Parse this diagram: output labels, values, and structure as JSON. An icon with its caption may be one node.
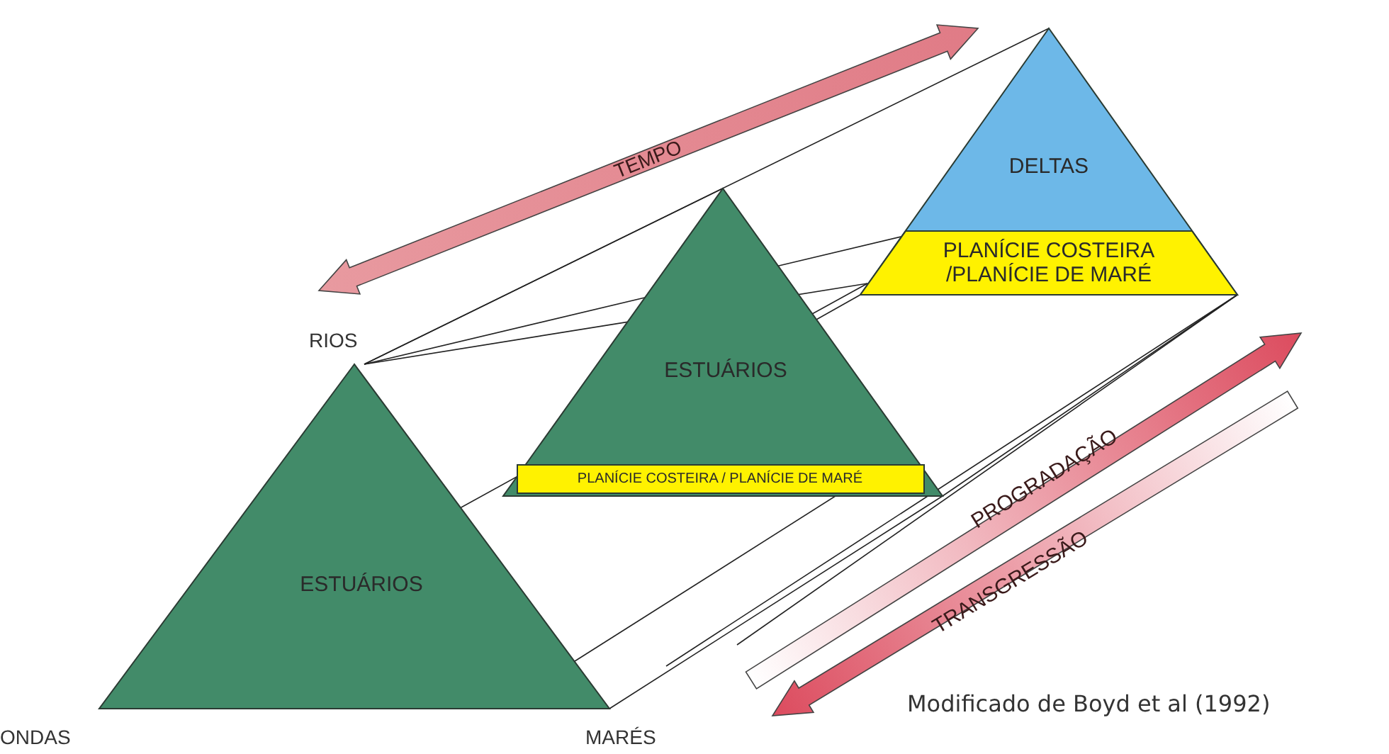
{
  "diagram": {
    "caption": "Modificado de Boyd et al (1992)",
    "nodes": [
      {
        "text": [
          "ESTUÁRIOS"
        ]
      },
      {
        "text": [
          "ESTUÁRIOS"
        ]
      },
      {
        "text": [
          "PLANÍCIE COSTEIRA / PLANÍCIE DE MARÉ"
        ],
        "in": 1
      },
      {
        "text": [
          "DELTAS"
        ]
      },
      {
        "text": [
          "PLANÍCIE COSTEIRA /PLANÍCIE DE MARÉ"
        ],
        "in": 3
      }
    ],
    "labels": [
      "TEMPO",
      "RIOS",
      "PROGRADAÇÃO",
      "TRANSGRESSÃO",
      "ONDAS",
      "MARÉS"
    ]
  }
}
